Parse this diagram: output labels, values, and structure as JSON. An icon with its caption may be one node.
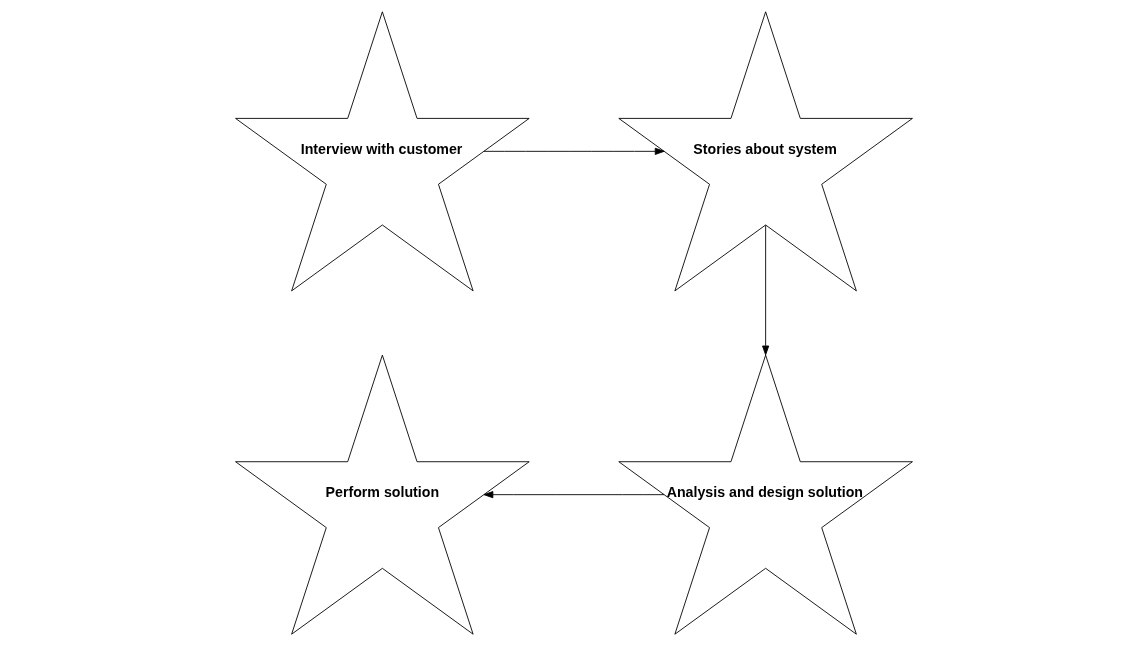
{
  "diagram": {
    "nodes": [
      {
        "text": [
          "Interview with customer"
        ]
      },
      {
        "text": [
          "Stories about system"
        ]
      },
      {
        "text": [
          "Analysis and design solution"
        ]
      },
      {
        "text": [
          "Perform solution"
        ]
      }
    ],
    "edges": [
      {
        "from": 0,
        "to": 1,
        "arrow": "to"
      },
      {
        "from": 1,
        "to": 2,
        "arrow": "to"
      },
      {
        "from": 2,
        "to": 3,
        "arrow": "to"
      }
    ]
  }
}
